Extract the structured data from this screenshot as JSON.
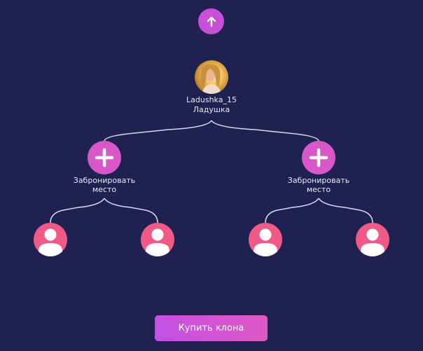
{
  "tree": {
    "up_button_icon": "arrow-up-icon",
    "root": {
      "username": "Ladushka_15",
      "display_name": "Ладушка",
      "avatar": "user-photo"
    },
    "slots": [
      {
        "label_line1": "Забронировать",
        "label_line2": "место",
        "icon": "plus-icon"
      },
      {
        "label_line1": "Забронировать",
        "label_line2": "место",
        "icon": "plus-icon"
      }
    ],
    "leaves_icon": "user-placeholder-icon"
  },
  "actions": {
    "buy_clone_label": "Купить клона"
  },
  "colors": {
    "background": "#1f2150",
    "accent": "#c84fd8",
    "plus_bg": "#d957c8",
    "leaf_bg": "#f15987",
    "button_gradient_from": "#c34fe6",
    "button_gradient_to": "#df58c4",
    "connector": "#d8d9e8"
  }
}
